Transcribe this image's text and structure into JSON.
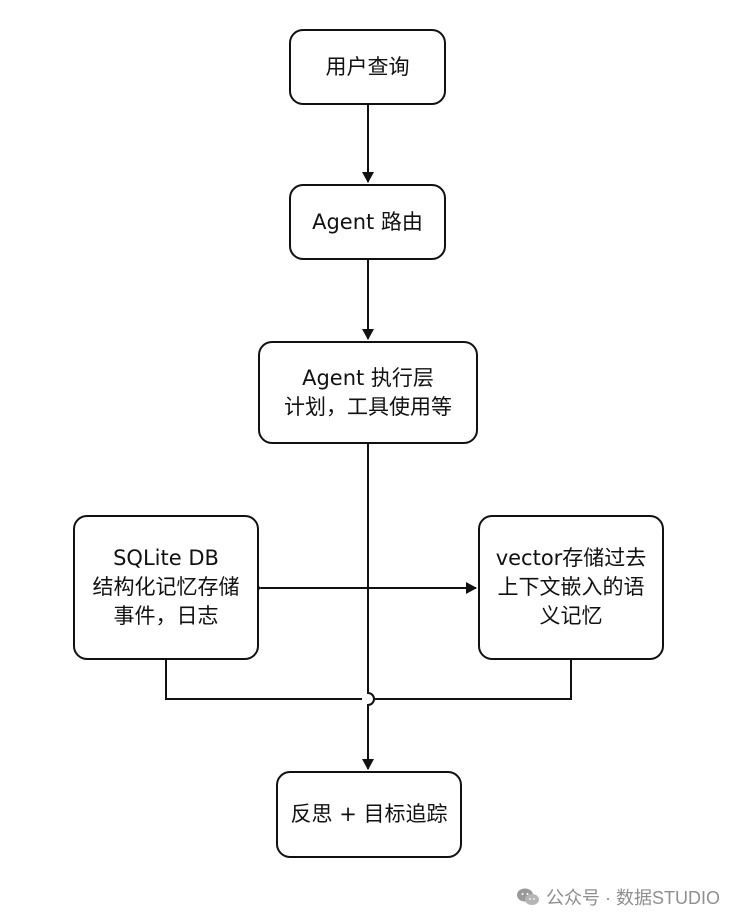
{
  "nodes": {
    "query": {
      "lines": [
        "用户查询"
      ]
    },
    "router": {
      "lines": [
        "Agent 路由"
      ]
    },
    "exec": {
      "lines": [
        "Agent 执行层",
        "计划，工具使用等"
      ]
    },
    "sqlite": {
      "lines": [
        "SQLite DB",
        "结构化记忆存储",
        "事件，日志"
      ]
    },
    "vector": {
      "lines": [
        "vector存储过去",
        "上下文嵌入的语",
        "义记忆"
      ]
    },
    "reflect": {
      "lines": [
        "反思 + 目标追踪"
      ]
    }
  },
  "edges": [
    {
      "from": "query",
      "to": "router",
      "type": "arrow"
    },
    {
      "from": "router",
      "to": "exec",
      "type": "arrow"
    },
    {
      "from": "exec",
      "to": "reflect",
      "type": "arrow"
    },
    {
      "from": "sqlite",
      "to": "vector",
      "type": "bidirectional-arrow"
    },
    {
      "from": "sqlite",
      "to": "reflect",
      "type": "merge-line"
    },
    {
      "from": "vector",
      "to": "reflect",
      "type": "merge-line"
    }
  ],
  "watermark": {
    "icon": "wechat-icon",
    "text": "公众号 · 数据STUDIO"
  },
  "colors": {
    "stroke": "#111111",
    "background": "#ffffff",
    "watermark": "#8f8f8f"
  }
}
